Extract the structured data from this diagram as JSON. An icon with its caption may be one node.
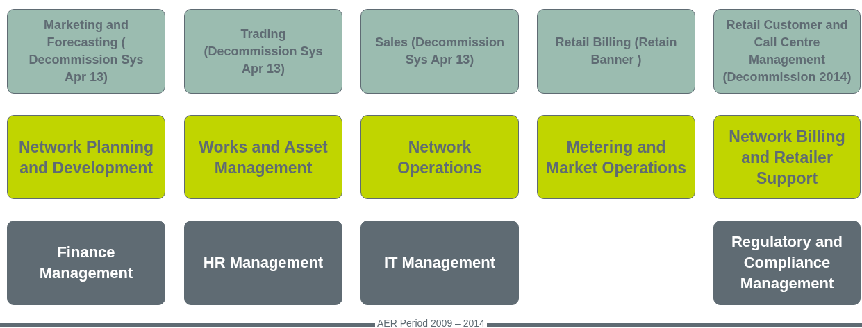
{
  "diagram": {
    "nodes": [
      {
        "text": [
          "Marketing and Forecasting ( Decommission Sys Apr 13)"
        ]
      },
      {
        "text": [
          "Trading (Decommission Sys Apr 13)"
        ]
      },
      {
        "text": [
          "Sales (Decommission Sys Apr 13)"
        ]
      },
      {
        "text": [
          "Retail Billing (Retain Banner )"
        ]
      },
      {
        "text": [
          "Retail Customer and Call Centre Management (Decommission 2014)"
        ]
      },
      {
        "text": [
          "Network Planning and Development"
        ]
      },
      {
        "text": [
          "Works and Asset Management"
        ]
      },
      {
        "text": [
          "Network Operations"
        ]
      },
      {
        "text": [
          "Metering and Market Operations"
        ]
      },
      {
        "text": [
          "Network Billing and Retailer Support"
        ]
      },
      {
        "text": [
          "Finance Management"
        ]
      },
      {
        "text": [
          "HR Management"
        ]
      },
      {
        "text": [
          "IT Management"
        ]
      },
      {
        "text": [
          "Regulatory and Compliance Management"
        ]
      }
    ],
    "labels": [
      "AER Period 2009 – 2014"
    ]
  }
}
